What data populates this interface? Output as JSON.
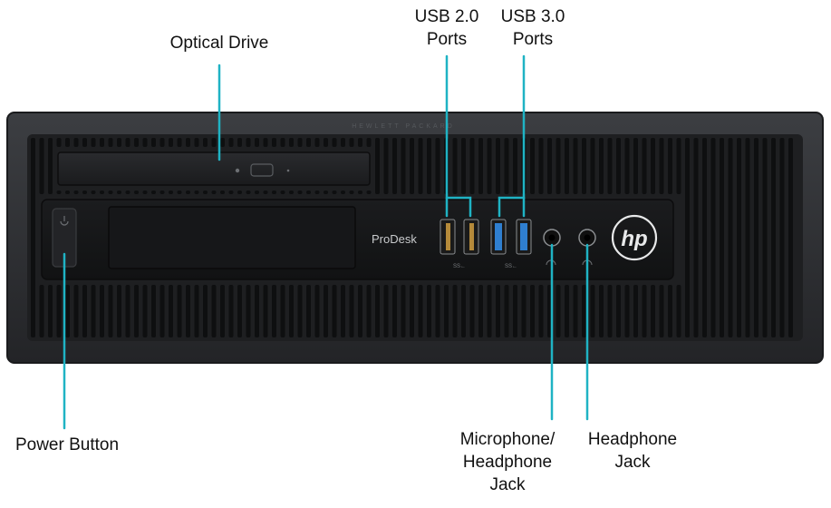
{
  "diagram": {
    "brand_model": "ProDesk",
    "brand_logo": "hp",
    "chassis_engraving": "HEWLETT PACKARD",
    "usb2_port_marking": "SS←",
    "usb3_port_marking": "SS←",
    "colors": {
      "callout_line": "#1fb3c4",
      "chassis": "#2b2d30",
      "usb3_port": "#2f7fd0",
      "usb2_port": "#b58a3a"
    },
    "labels": {
      "optical_drive": "Optical Drive",
      "usb2_line1": "USB 2.0",
      "usb2_line2": "Ports",
      "usb3_line1": "USB 3.0",
      "usb3_line2": "Ports",
      "power_button": "Power Button",
      "mic_line1": "Microphone/",
      "mic_line2": "Headphone",
      "mic_line3": "Jack",
      "headphone_line1": "Headphone",
      "headphone_line2": "Jack"
    }
  }
}
